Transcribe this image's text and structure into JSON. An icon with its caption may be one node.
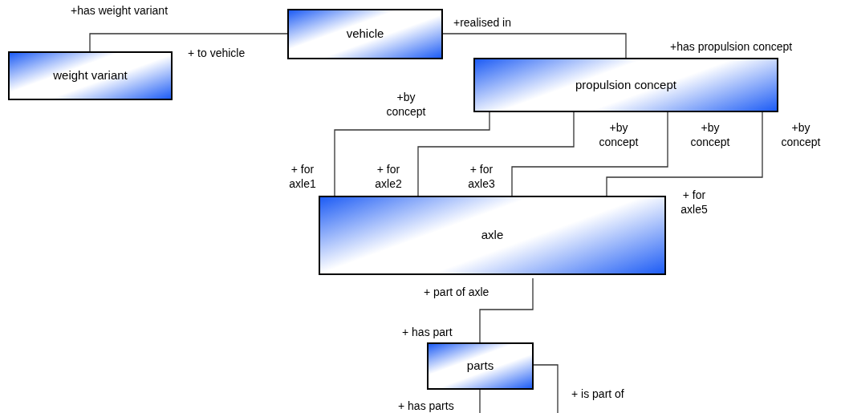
{
  "diagram": {
    "nodes": [
      {
        "text": [
          "vehicle"
        ]
      },
      {
        "text": [
          "weight variant"
        ]
      },
      {
        "text": [
          "propulsion concept"
        ]
      },
      {
        "text": [
          "axle"
        ]
      },
      {
        "text": [
          "parts"
        ]
      }
    ],
    "edges": [
      {
        "from": 0,
        "to": 1,
        "arrow": "none"
      },
      {
        "from": 0,
        "to": 2,
        "arrow": "none"
      },
      {
        "from": 2,
        "to": 3,
        "arrow": "none"
      },
      {
        "from": 2,
        "to": 3,
        "arrow": "none"
      },
      {
        "from": 2,
        "to": 3,
        "arrow": "none"
      },
      {
        "from": 2,
        "to": 3,
        "arrow": "none"
      },
      {
        "from": 3,
        "to": 4,
        "arrow": "none"
      },
      {
        "from": 4,
        "to": 4,
        "arrow": "none"
      }
    ],
    "labels": [
      "+has weight variant",
      "+realised in",
      "+has propulsion concept",
      "+ to vehicle",
      "+by concept",
      "+by concept",
      "+by concept",
      "+by concept",
      "+ for axle1",
      "+ for axle2",
      "+ for axle3",
      "+ for axle5",
      "+ part of axle",
      "+ has part",
      "+ is part of",
      "+ has parts"
    ]
  }
}
